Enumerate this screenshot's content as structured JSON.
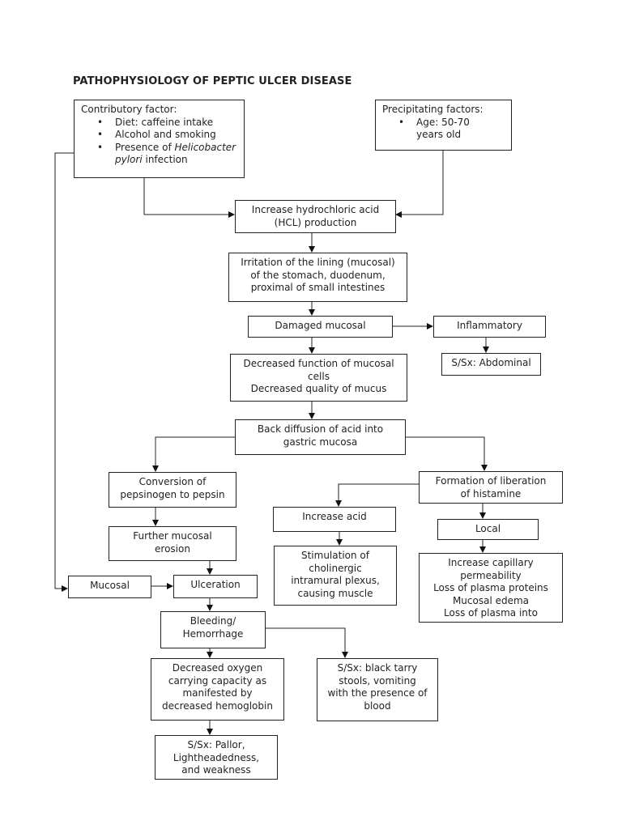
{
  "title": "PATHOPHYSIOLOGY OF PEPTIC ULCER DISEASE",
  "contributory": {
    "heading": "Contributory factor:",
    "items": [
      "Diet: caffeine intake",
      "Alcohol and smoking"
    ],
    "item3_prefix": "Presence of ",
    "item3_italic": "Helicobacter pylori",
    "item3_suffix": " infection"
  },
  "precipitating": {
    "heading": "Precipitating factors:",
    "items": [
      "Age: 50-70 years old"
    ]
  },
  "nodes": {
    "hcl": [
      "Increase hydrochloric acid",
      "(HCL) production"
    ],
    "irritation": [
      "Irritation of the lining (mucosal)",
      "of the stomach, duodenum,",
      "proximal of small intestines"
    ],
    "damaged": [
      "Damaged mucosal"
    ],
    "inflammatory": [
      "Inflammatory"
    ],
    "abdominal": [
      "S/Sx: Abdominal"
    ],
    "decreased_function": [
      "Decreased function of mucosal",
      "cells",
      "Decreased quality of mucus"
    ],
    "back_diffusion": [
      "Back diffusion of acid into",
      "gastric mucosa"
    ],
    "conversion": [
      "Conversion of",
      "pepsinogen to pepsin"
    ],
    "formation": [
      "Formation of liberation",
      "of histamine"
    ],
    "increase_acid": [
      "Increase acid"
    ],
    "local": [
      "Local"
    ],
    "further": [
      "Further mucosal",
      "erosion"
    ],
    "stimulation": [
      "Stimulation of",
      "cholinergic",
      "intramural plexus,",
      "causing muscle"
    ],
    "capillary": [
      "Increase capillary",
      "permeability",
      "Loss of plasma proteins",
      "Mucosal edema",
      "Loss of plasma into"
    ],
    "mucosal": [
      "Mucosal"
    ],
    "ulceration": [
      "Ulceration"
    ],
    "bleeding": [
      "Bleeding/",
      "Hemorrhage"
    ],
    "oxygen": [
      "Decreased oxygen",
      "carrying capacity as",
      "manifested by",
      "decreased hemoglobin"
    ],
    "tarry": [
      "S/Sx: black tarry",
      "stools, vomiting",
      "with the presence of",
      "blood"
    ],
    "pallor": [
      "S/Sx: Pallor,",
      "Lightheadedness,",
      "and weakness"
    ]
  }
}
